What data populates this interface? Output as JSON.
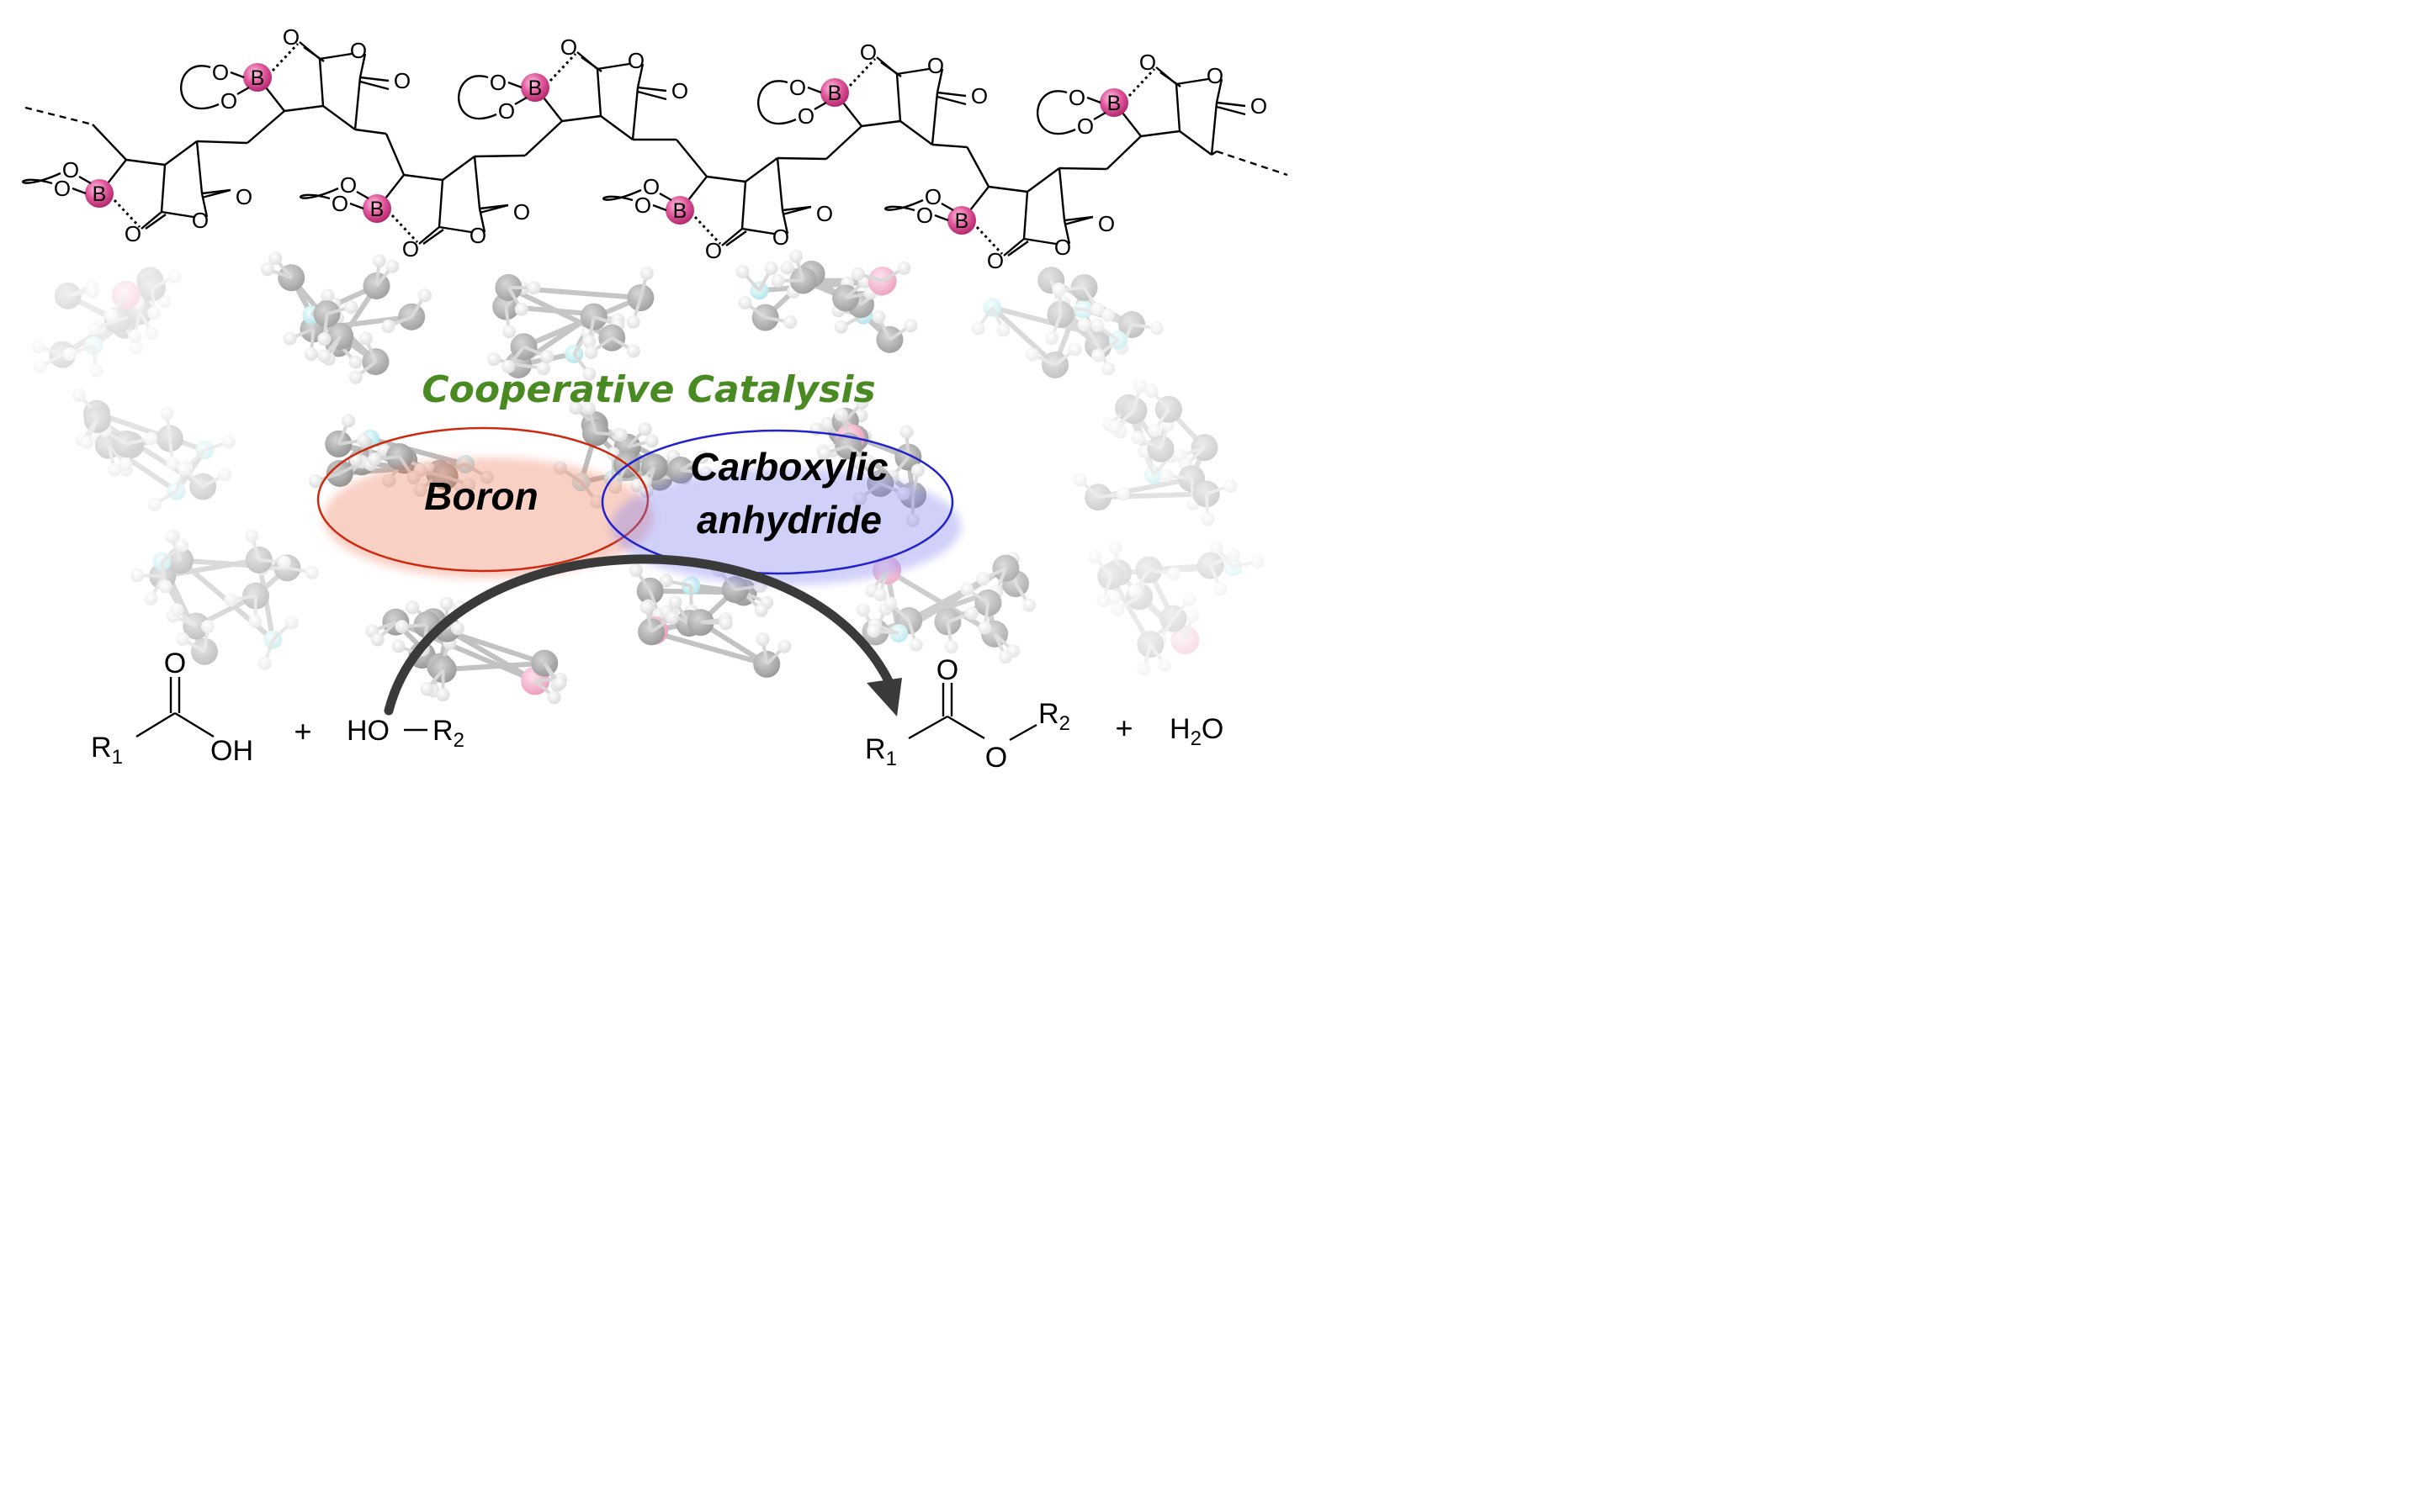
{
  "title": "Cooperative Catalysis",
  "ellipse_left_label": "Boron",
  "ellipse_right_label_line1": "Carboxylic",
  "ellipse_right_label_line2": "anhydride",
  "colors": {
    "title_green": "#4a8a22",
    "boron_ellipse": "#cc2a10",
    "anhydride_ellipse": "#2222cc",
    "boron_atom": "#e0569a",
    "arrow": "#3a3a3a"
  },
  "polymer": {
    "boron_symbol": "B",
    "oxygen_symbol": "O"
  },
  "reaction": {
    "acid": {
      "r_main": "R",
      "r_sub": "1",
      "carbonyl_o": "O",
      "oh": "OH"
    },
    "plus_1": "+",
    "alcohol": {
      "ho": "HO",
      "r_main": "R",
      "r_sub": "2"
    },
    "ester": {
      "r1_main": "R",
      "r1_sub": "1",
      "carbonyl_o": "O",
      "ether_o": "O",
      "r2_main": "R",
      "r2_sub": "2"
    },
    "plus_2": "+",
    "water": {
      "h": "H",
      "sub": "2",
      "o": "O"
    }
  }
}
